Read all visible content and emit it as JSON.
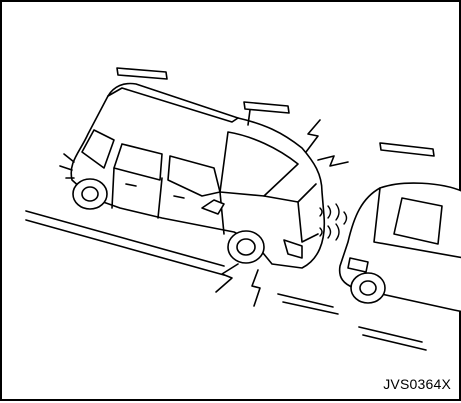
{
  "figure": {
    "code": "JVS0364X",
    "stroke_color": "#000000",
    "background_color": "#ffffff",
    "icons": [
      "parking-line",
      "vehicle",
      "sound-burst",
      "sensor-wave"
    ]
  }
}
